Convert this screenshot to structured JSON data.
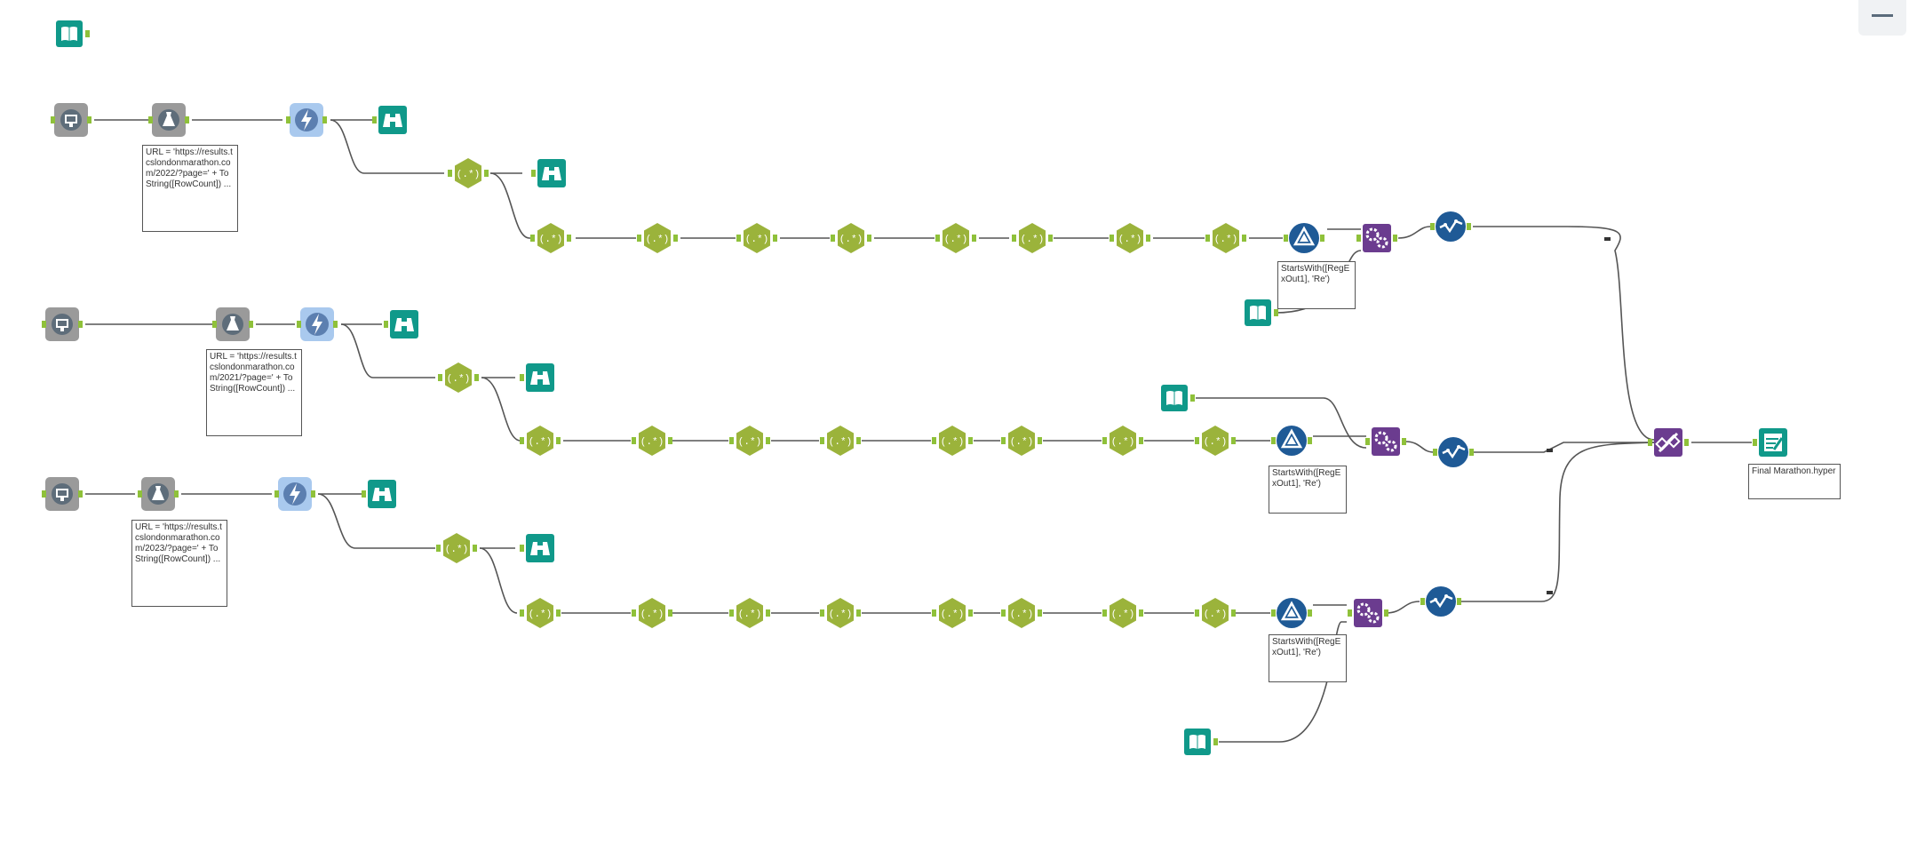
{
  "canvas": {
    "background": "#ffffff"
  },
  "window_controls": {
    "minimize_icon": "minimize-dash-icon"
  },
  "colors": {
    "connection": "#555555",
    "anchor": "#8fc13a",
    "browse_teal": "#10998a",
    "input_teal": "#10998a",
    "regex_green": "#9bb33b",
    "developer_gray": "#9a9a9a",
    "filter_blue": "#1f5a96",
    "join_purple": "#6b3c8f",
    "selected_blue": "#a9c9ee"
  },
  "annotations": {
    "download_2022": "URL = 'https://results.tcslondonmarathon.com/2022/?page=' + ToString([RowCount]) ...",
    "download_2021": "URL = 'https://results.tcslondonmarathon.com/2021/?page=' + ToString([RowCount]) ...",
    "download_2023": "URL = 'https://results.tcslondonmarathon.com/2023/?page=' + ToString([RowCount]) ...",
    "filter_1": "StartsWith([RegExOut1], 'Re')",
    "filter_2": "StartsWith([RegExOut1], 'Re')",
    "filter_3": "StartsWith([RegExOut1], 'Re')",
    "output": "Final Marathon.hyper"
  }
}
